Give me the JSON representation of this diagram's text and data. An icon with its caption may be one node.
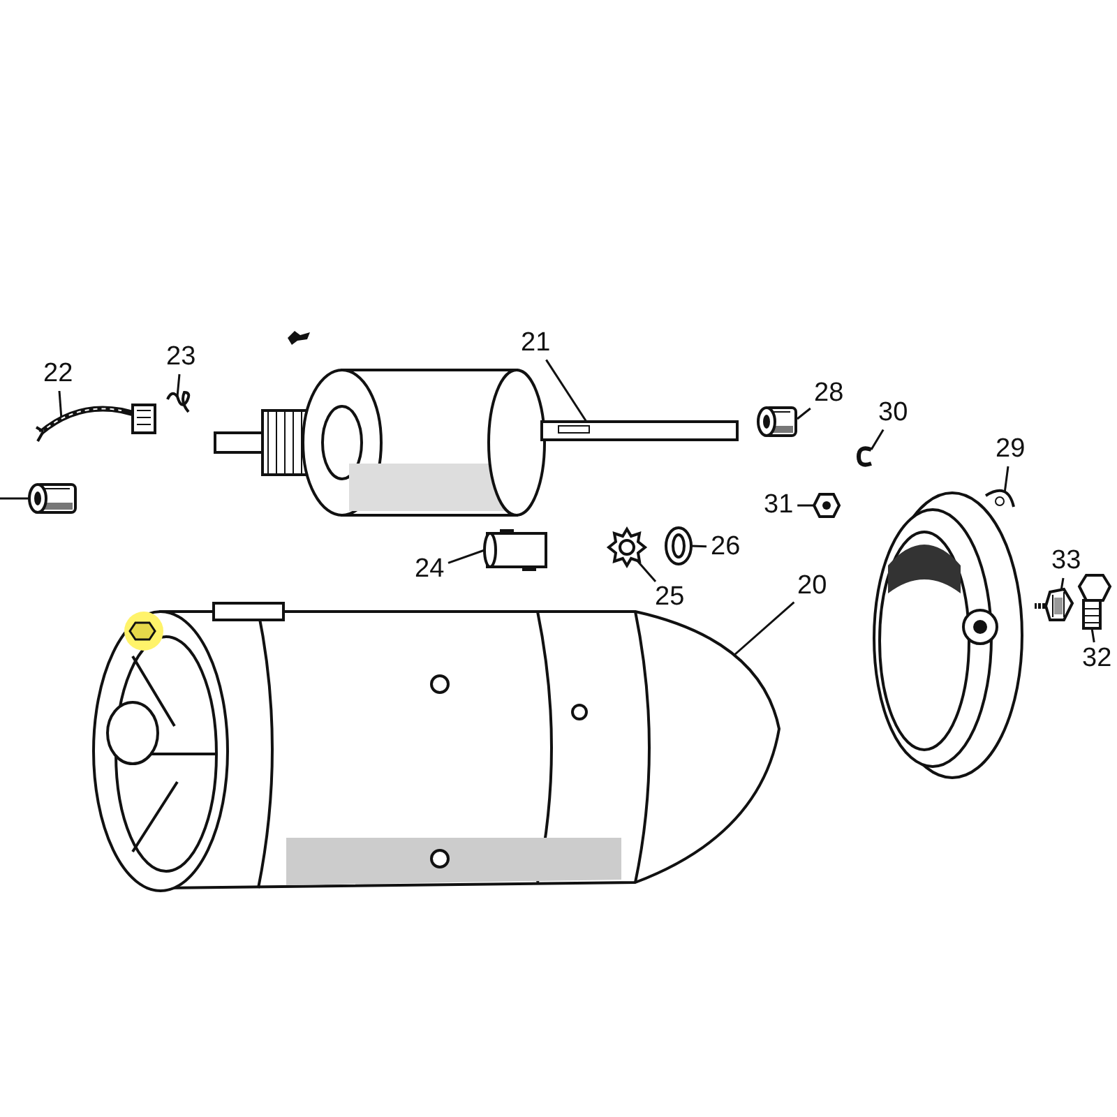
{
  "diagram": {
    "nodes": [
      {
        "text": [
          "22"
        ]
      },
      {
        "text": [
          "23"
        ]
      },
      {
        "text": [
          "21"
        ]
      },
      {
        "text": [
          "28"
        ]
      },
      {
        "text": [
          "30"
        ]
      },
      {
        "text": [
          "29"
        ]
      },
      {
        "text": [
          "26"
        ]
      },
      {
        "text": [
          "31"
        ]
      },
      {
        "text": [
          "24"
        ]
      },
      {
        "text": [
          "33"
        ]
      },
      {
        "text": [
          "20"
        ]
      },
      {
        "text": [
          "25"
        ]
      },
      {
        "text": [
          "32"
        ]
      },
      {
        "text": [],
        "shape": "picture"
      },
      {
        "text": [],
        "shape": "picture"
      },
      {
        "text": [],
        "shape": "picture"
      },
      {
        "text": [],
        "shape": "picture"
      },
      {
        "text": [],
        "shape": "picture"
      },
      {
        "text": [],
        "shape": "picture"
      },
      {
        "text": [],
        "shape": "picture"
      },
      {
        "text": [],
        "shape": "picture"
      },
      {
        "text": [],
        "shape": "picture"
      },
      {
        "text": [],
        "shape": "picture"
      },
      {
        "text": [],
        "shape": "picture"
      },
      {
        "text": [],
        "shape": "picture"
      },
      {
        "text": [],
        "shape": "picture"
      },
      {
        "text": [],
        "shape": "picture"
      }
    ],
    "edges": [
      {
        "from": 0,
        "to": 13,
        "arrow": "none"
      },
      {
        "from": 1,
        "to": 14,
        "arrow": "none"
      },
      {
        "from": 2,
        "to": 15,
        "arrow": "none"
      },
      {
        "from": 3,
        "to": 16,
        "arrow": "none"
      },
      {
        "from": 4,
        "to": 17,
        "arrow": "none"
      },
      {
        "from": 5,
        "to": 18,
        "arrow": "none"
      },
      {
        "from": 6,
        "to": 19,
        "arrow": "none"
      },
      {
        "from": 7,
        "to": 20,
        "arrow": "none"
      },
      {
        "from": 8,
        "to": 21,
        "arrow": "none"
      },
      {
        "from": 9,
        "to": 22,
        "arrow": "none"
      },
      {
        "from": 10,
        "to": 23,
        "arrow": "none"
      },
      {
        "from": 11,
        "to": 24,
        "arrow": "none"
      },
      {
        "from": 12,
        "to": 25,
        "arrow": "none"
      },
      {
        "from": null,
        "to": 26,
        "arrow": "none"
      }
    ]
  }
}
